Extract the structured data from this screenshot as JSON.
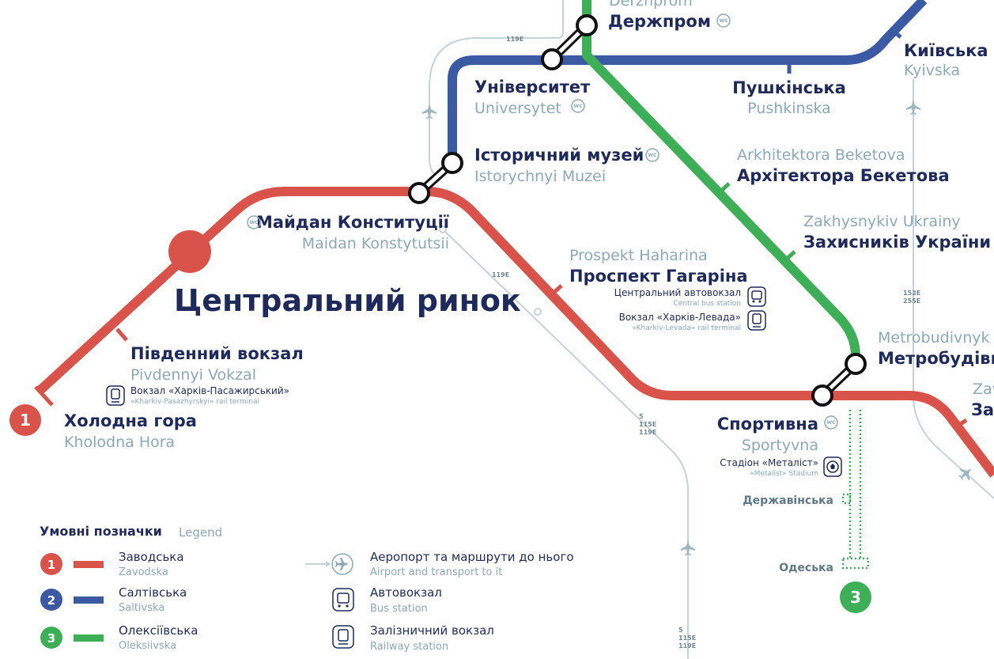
{
  "colors": {
    "red": "#d9534a",
    "blue": "#3b5aa3",
    "green": "#3daf57",
    "navy": "#1f2a5c",
    "grey": "#8aa9b8",
    "thin": "#c4d2d8"
  },
  "stations": {
    "derzhprom": {
      "uk": "Держпром",
      "en": "Derzhprom"
    },
    "universytet": {
      "uk": "Університет",
      "en": "Universytet"
    },
    "pushkinska": {
      "uk": "Пушкінська",
      "en": "Pushkinska"
    },
    "kyivska": {
      "uk": "Київська",
      "en": "Kyivska"
    },
    "istorychnyi": {
      "uk": "Історичний музей",
      "en": "Istorychnyi Muzei"
    },
    "beketova": {
      "uk": "Архітектора Бекетова",
      "en": "Arkhitektora Beketova"
    },
    "zakhysnykiv": {
      "uk": "Захисників України",
      "en": "Zakhysnykiv Ukrainy"
    },
    "maidan": {
      "uk": "Майдан Конституції",
      "en": "Maidan Konstytutsii"
    },
    "haharina": {
      "uk": "Проспект Гагаріна",
      "en": "Prospekt Haharina"
    },
    "rynok": {
      "uk": "Центральний ринок"
    },
    "pivdennyi": {
      "uk": "Південний вокзал",
      "en": "Pivdennyi Vokzal"
    },
    "kholodna": {
      "uk": "Холодна гора",
      "en": "Kholodna Hora"
    },
    "sportyvna": {
      "uk": "Спортивна",
      "en": "Sportyvna"
    },
    "metrobudivnykiv": {
      "uk": "Метробудівн",
      "en": "Metrobudivnyk"
    },
    "zavodska_edge": {
      "uk": "За",
      "en": "Zav"
    },
    "derzhavinska": {
      "uk": "Державінська"
    },
    "odeska": {
      "uk": "Одеська"
    }
  },
  "poi": {
    "central_bus": {
      "uk": "Центральний автовокзал",
      "en": "Central bus station"
    },
    "levada": {
      "uk": "Вокзал «Харків-Левада»",
      "en": "«Kharkiv-Levada» rail terminal"
    },
    "pasazhyrskyi": {
      "uk": "Вокзал «Харків-Пасажирський»",
      "en": "«Kharkiv-Pasazhyrskyi» rail terminal"
    },
    "metalist": {
      "uk": "Стадіон «Металіст»",
      "en": "«Metalist» Stadium"
    }
  },
  "routes": {
    "r119e_top": "119E",
    "r119e_mid": "119E",
    "r_152e": "152E",
    "r_255e": "255E",
    "r_5a": "5",
    "r_115e_a": "115E",
    "r_119e_a": "119E",
    "r_5b": "5",
    "r_115e_b": "115E",
    "r_119e_b": "119E"
  },
  "wc_label": "WC",
  "line_numbers": {
    "red": "1",
    "green": "3"
  },
  "legend": {
    "title": "Умовні позначки",
    "title_en": "Legend",
    "lines": [
      {
        "num": "1",
        "uk": "Заводська",
        "en": "Zavodska"
      },
      {
        "num": "2",
        "uk": "Салтівська",
        "en": "Saltivska"
      },
      {
        "num": "3",
        "uk": "Олексіївська",
        "en": "Oleksiivska"
      }
    ],
    "airport": {
      "uk": "Аеропорт та маршрути до нього",
      "en": "Airport and transport to it"
    },
    "bus": {
      "uk": "Автовокзал",
      "en": "Bus station"
    },
    "rail": {
      "uk": "Залізничний вокзал",
      "en": "Railway station"
    }
  }
}
